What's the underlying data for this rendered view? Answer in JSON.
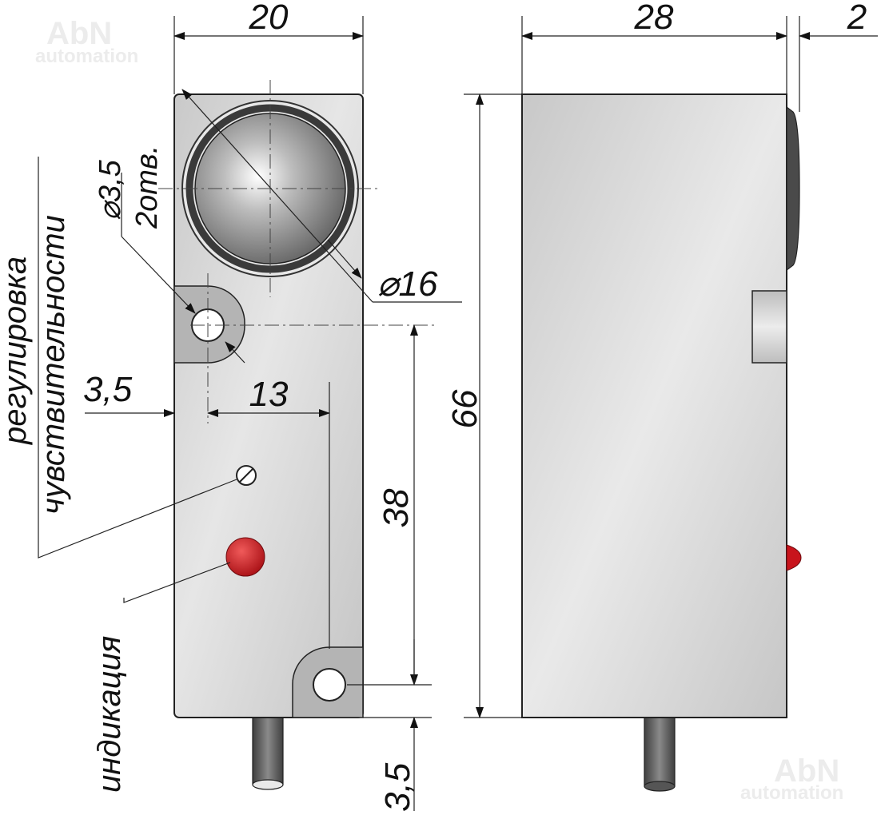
{
  "watermark": {
    "brand": "AbN",
    "sub": "automation"
  },
  "dimensions": {
    "front_width": "20",
    "side_depth": "28",
    "lens_protrusion": "2",
    "height": "66",
    "hole_spacing": "38",
    "hole_diameter": "⌀3,5",
    "hole_count": "2отв.",
    "lens_diameter": "⌀16",
    "hole_edge_offset": "3,5",
    "hole_center_offset": "13",
    "bottom_offset": "3,5"
  },
  "labels": {
    "sensitivity_line1": "регулировка",
    "sensitivity_line2": "чувствительности",
    "indication": "индикация"
  },
  "colors": {
    "body": "#d4d4d4",
    "led": "#c8141c",
    "cable": "#555555",
    "lens_ring": "#333333"
  }
}
